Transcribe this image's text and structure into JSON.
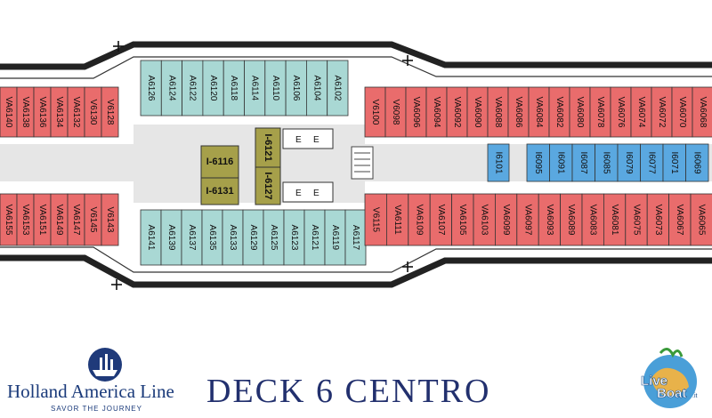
{
  "brand": {
    "name": "Holland America Line",
    "tagline": "SAVOR THE JOURNEY"
  },
  "deck_title": "DECK  6  CENTRO",
  "watermark": {
    "text": "LiveBoat.it"
  },
  "colors": {
    "balcony": "#e96c6c",
    "veranda": "#a9d8d4",
    "inside": "#5aa8e0",
    "service": "#a6a04a",
    "hull": "#222222"
  },
  "rows": {
    "top_left_red": [
      "VA6140",
      "VA6138",
      "VA6136",
      "VA6134",
      "VA6132",
      "V6130",
      "V6128"
    ],
    "top_teal": [
      "A6126",
      "A6124",
      "A6122",
      "A6120",
      "A6118",
      "A6114",
      "A6110",
      "A6106",
      "A6104",
      "A6102"
    ],
    "top_right_red": [
      "V6100",
      "V6098",
      "VA6096",
      "VA6094",
      "VA6092",
      "VA6090",
      "VA6088",
      "VA6086",
      "VA6084",
      "VA6082",
      "VA6080",
      "VA6078",
      "VA6076",
      "VA6074",
      "VA6072",
      "VA6070",
      "VA6068"
    ],
    "bottom_left_red": [
      "VA6155",
      "VA6153",
      "VA6151",
      "VA6149",
      "VA6147",
      "V6145",
      "V6143"
    ],
    "bottom_teal": [
      "A6141",
      "A6139",
      "A6137",
      "A6135",
      "A6133",
      "A6129",
      "A6125",
      "A6123",
      "A6121",
      "A6119",
      "A6117"
    ],
    "bottom_right_red": [
      "V6115",
      "VA6111",
      "VA6109",
      "VA6107",
      "VA6105",
      "VA6103",
      "VA6099",
      "VA6097",
      "VA6093",
      "VA6089",
      "VA6083",
      "VA6081",
      "VA6075",
      "VA6073",
      "VA6067",
      "VA6065"
    ],
    "middle_blue": [
      "I6101",
      "I6095",
      "I6091",
      "I6087",
      "I6085",
      "I6079",
      "I6077",
      "I6071",
      "I6069"
    ],
    "service": [
      "I-6116",
      "I-6131",
      "I-6127",
      "I-6121"
    ]
  }
}
